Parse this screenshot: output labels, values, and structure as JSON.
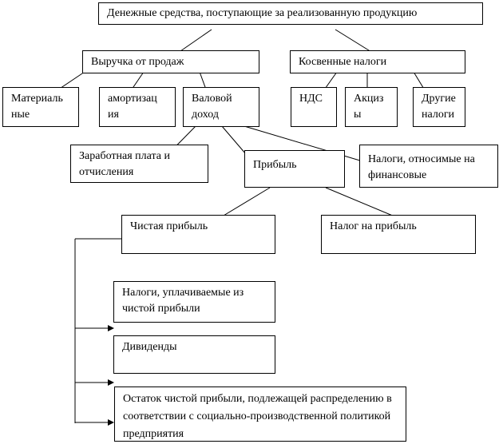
{
  "boxes": {
    "top": "Денежные средства, поступающие за реализованную продукцию",
    "revenue": "Выручка от продаж",
    "indirect": "Косвенные налоги",
    "materials": "Материаль ные",
    "amort": "амортизац ия",
    "gross": "Валовой доход",
    "vat": "НДС",
    "excise": "Акциз ы",
    "other_taxes": "Другие налоги",
    "wages": "Заработная плата и отчисления",
    "profit": "Прибыль",
    "fin_taxes": "Налоги, относимые на финансовые",
    "net_profit": "Чистая прибыль",
    "profit_tax": "Налог на прибыль",
    "net_taxes": "Налоги, уплачиваемые из чистой прибыли",
    "dividends": "Дивиденды",
    "remainder": "Остаток чистой прибыли, подлежащей распределению в соответствии с социально-производственной политикой предприятия"
  }
}
